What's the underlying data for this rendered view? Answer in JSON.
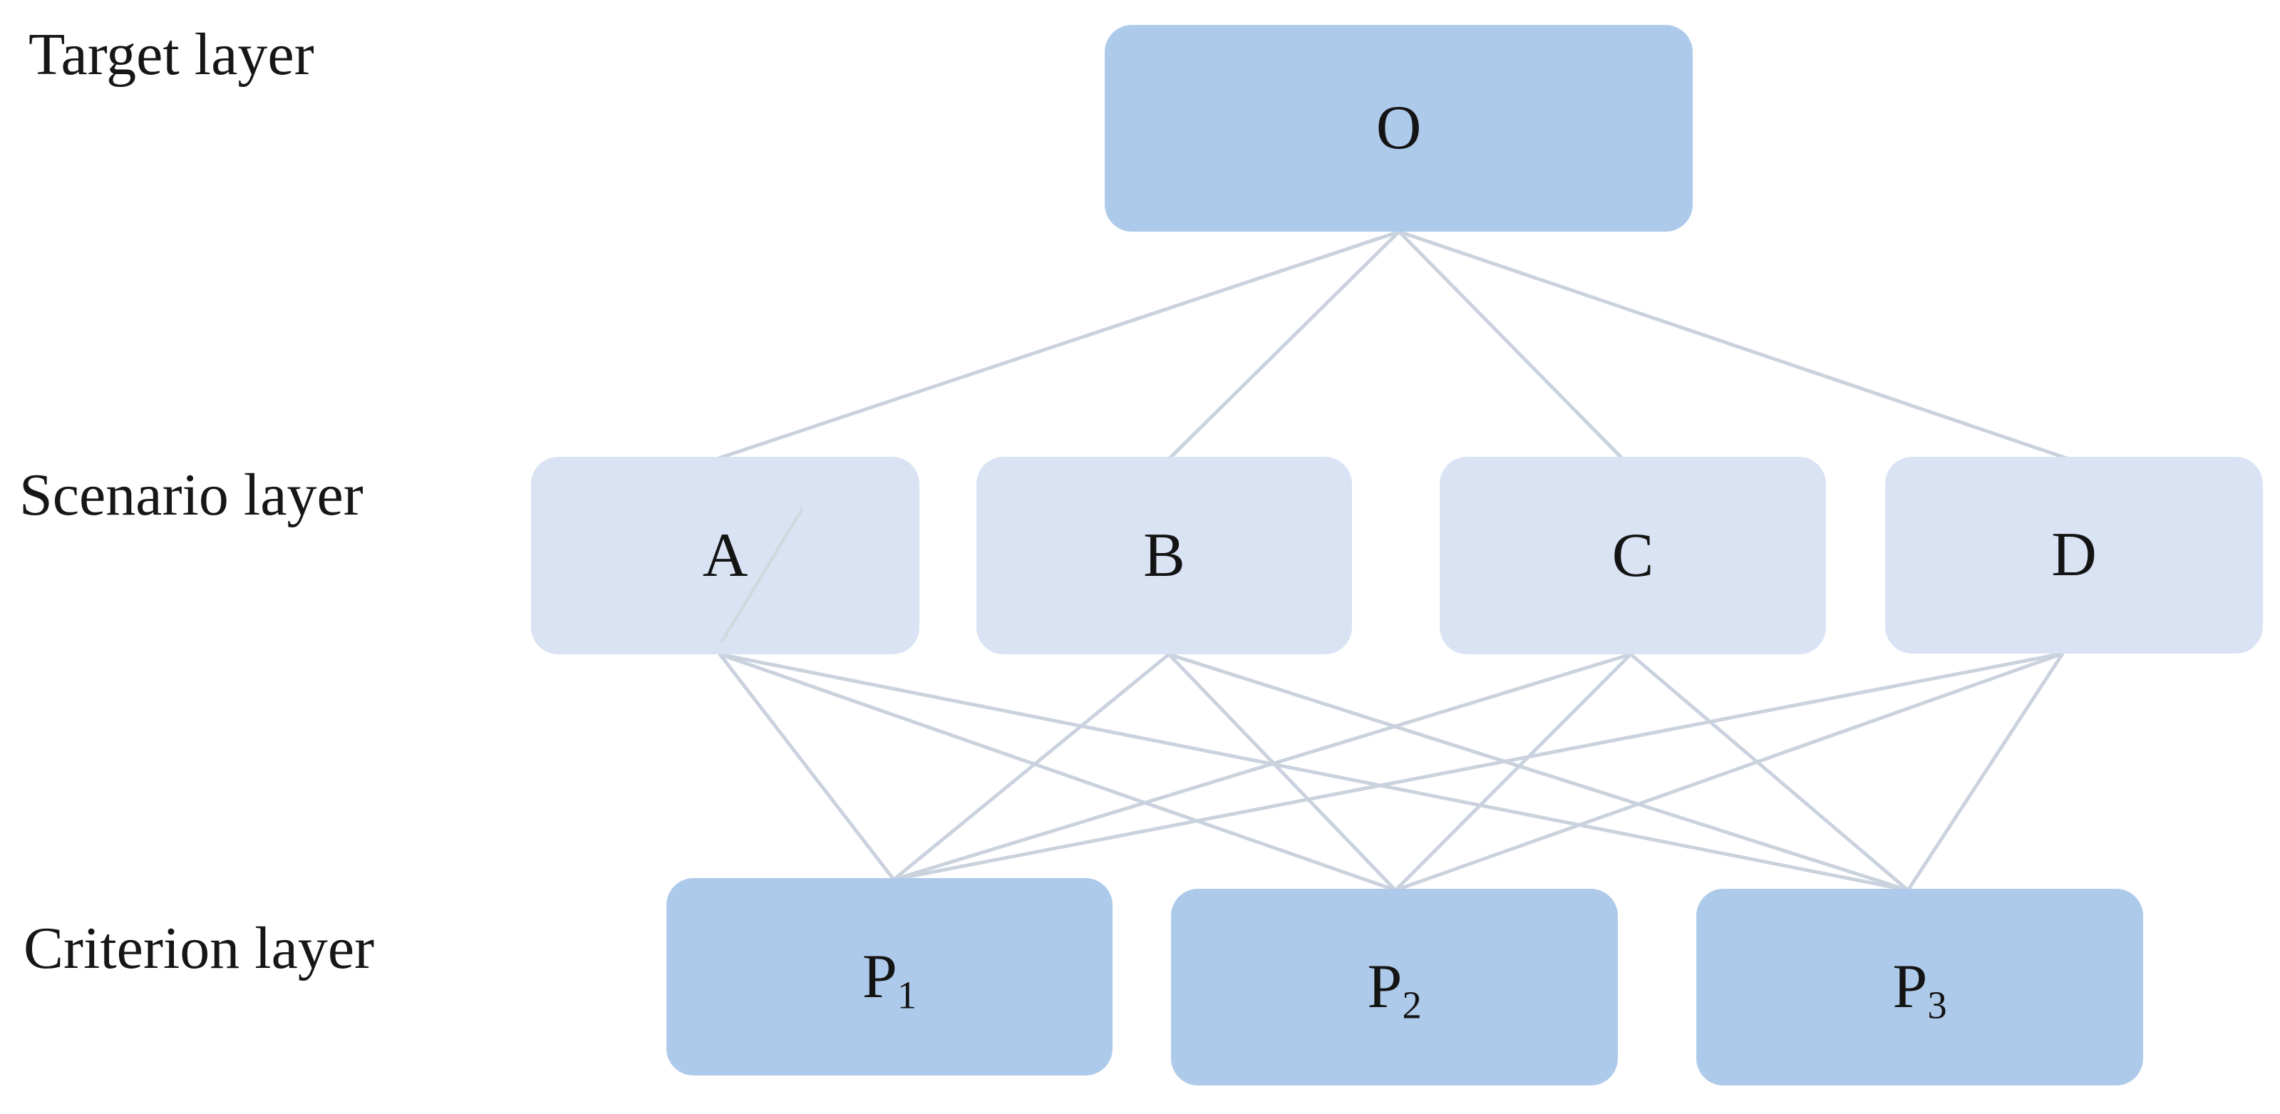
{
  "figure": {
    "description": "Three-level hierarchy diagram (target / scenario / criterion layers)"
  },
  "colors": {
    "background": "#ffffff",
    "target_fill": "#aecaea",
    "scenario_fill": "#d9e3f4",
    "criterion_fill": "#aecaea",
    "edge": "#cad2de",
    "text": "#161616"
  },
  "layer_labels": [
    {
      "id": "target",
      "text": "Target layer"
    },
    {
      "id": "scenario",
      "text": "Scenario layer"
    },
    {
      "id": "criterion",
      "text": "Criterion layer"
    }
  ],
  "nodes": [
    {
      "id": "O",
      "label": "O",
      "sub": "",
      "layer": "target"
    },
    {
      "id": "A",
      "label": "A",
      "sub": "",
      "layer": "scenario"
    },
    {
      "id": "B",
      "label": "B",
      "sub": "",
      "layer": "scenario"
    },
    {
      "id": "C",
      "label": "C",
      "sub": "",
      "layer": "scenario"
    },
    {
      "id": "D",
      "label": "D",
      "sub": "",
      "layer": "scenario"
    },
    {
      "id": "P1",
      "label": "P",
      "sub": "1",
      "layer": "criterion"
    },
    {
      "id": "P2",
      "label": "P",
      "sub": "2",
      "layer": "criterion"
    },
    {
      "id": "P3",
      "label": "P",
      "sub": "3",
      "layer": "criterion"
    }
  ],
  "edges": [
    [
      "O",
      "A"
    ],
    [
      "O",
      "B"
    ],
    [
      "O",
      "C"
    ],
    [
      "O",
      "D"
    ],
    [
      "A",
      "P1"
    ],
    [
      "A",
      "P2"
    ],
    [
      "A",
      "P3"
    ],
    [
      "B",
      "P1"
    ],
    [
      "B",
      "P2"
    ],
    [
      "B",
      "P3"
    ],
    [
      "C",
      "P1"
    ],
    [
      "C",
      "P2"
    ],
    [
      "C",
      "P3"
    ],
    [
      "D",
      "P1"
    ],
    [
      "D",
      "P2"
    ],
    [
      "D",
      "P3"
    ]
  ]
}
